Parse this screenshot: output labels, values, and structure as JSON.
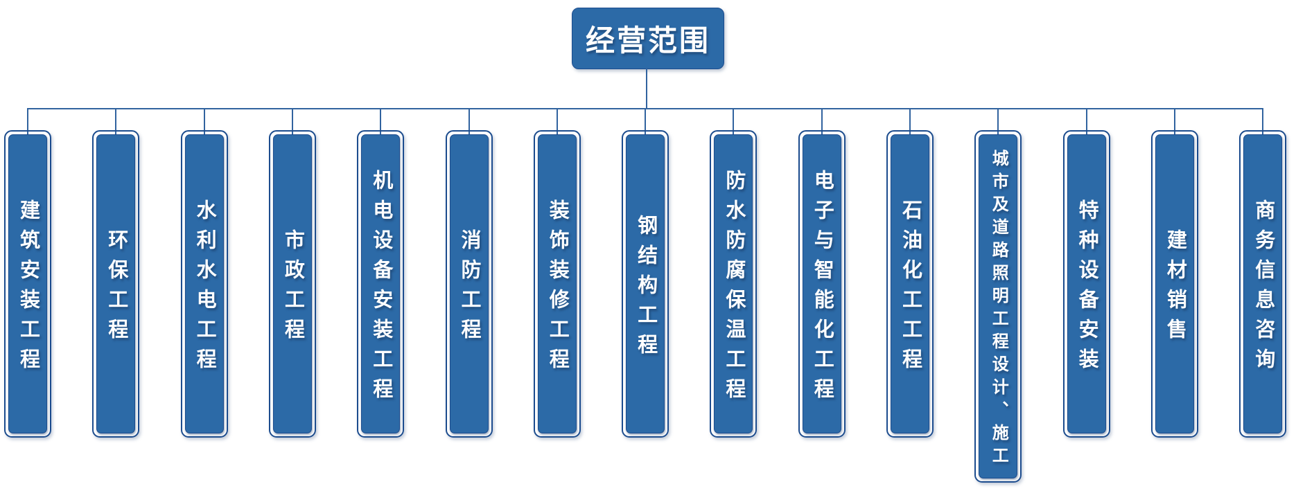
{
  "title": {
    "label": "经营范围"
  },
  "branches": [
    {
      "label": "建筑安装工程"
    },
    {
      "label": "环保工程"
    },
    {
      "label": "水利水电工程"
    },
    {
      "label": "市政工程"
    },
    {
      "label": "机电设备安装工程"
    },
    {
      "label": "消防工程"
    },
    {
      "label": "装饰装修工程"
    },
    {
      "label": "钢结构工程"
    },
    {
      "label": "防水防腐保温工程"
    },
    {
      "label": "电子与智能化工程"
    },
    {
      "label": "石油化工工程"
    },
    {
      "label": "城市及道路照明工程设计、施工",
      "tall": true
    },
    {
      "label": "特种设备安装"
    },
    {
      "label": "建材销售"
    },
    {
      "label": "商务信息咨询"
    }
  ],
  "colors": {
    "box_fill": "#2c6aa7",
    "box_border": "#1c4c8e",
    "connector_line": "#31639f",
    "text": "#ffffff",
    "background": "#ffffff"
  },
  "chart_data": {
    "type": "table",
    "title": "经营范围",
    "categories": [
      "建筑安装工程",
      "环保工程",
      "水利水电工程",
      "市政工程",
      "机电设备安装工程",
      "消防工程",
      "装饰装修工程",
      "钢结构工程",
      "防水防腐保温工程",
      "电子与智能化工程",
      "石油化工工程",
      "城市及道路照明工程设计、施工",
      "特种设备安装",
      "建材销售",
      "商务信息咨询"
    ]
  }
}
